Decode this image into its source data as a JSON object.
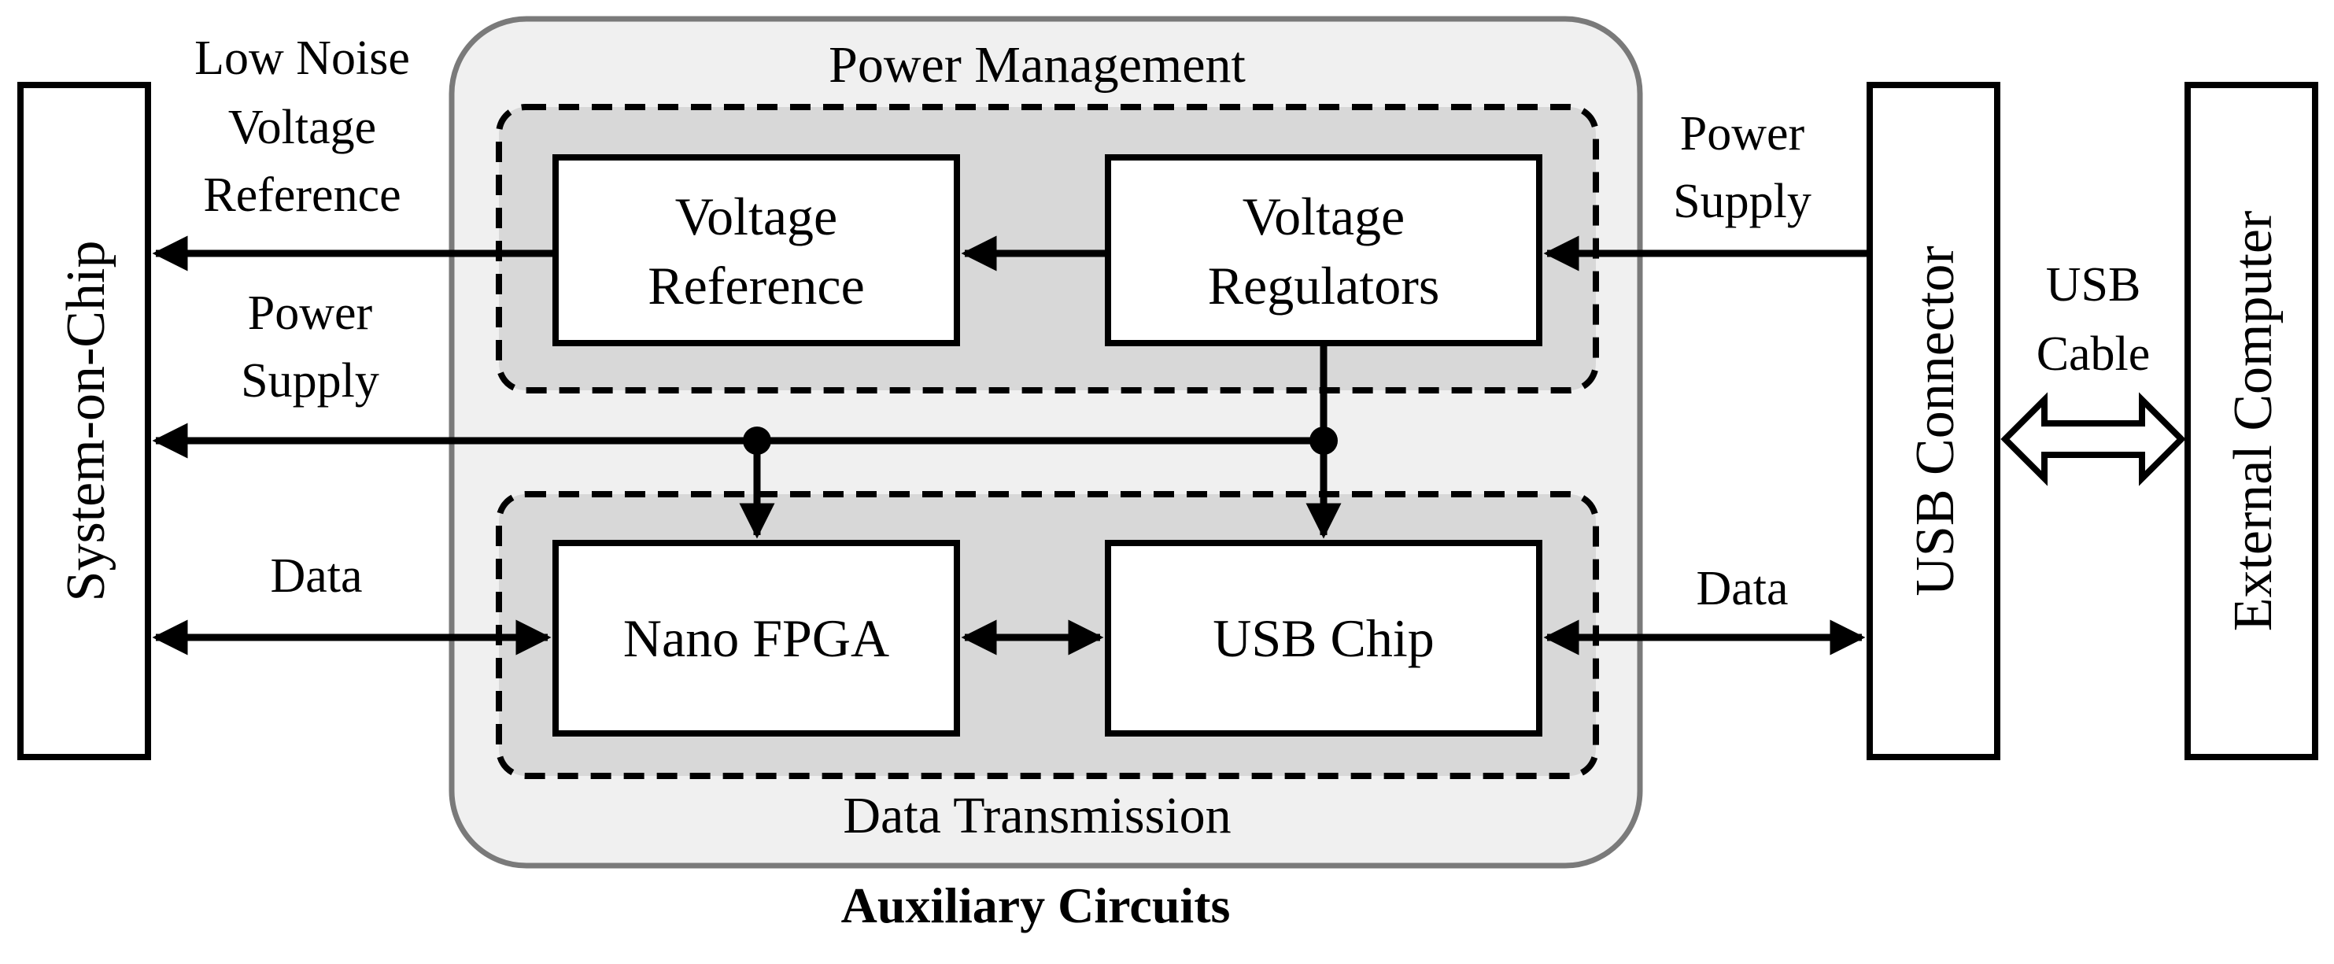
{
  "diagram": {
    "title": "Auxiliary Circuits",
    "groups": {
      "power_management": "Power Management",
      "data_transmission": "Data Transmission"
    },
    "blocks": {
      "voltage_reference": [
        "Voltage",
        "Reference"
      ],
      "voltage_regulators": [
        "Voltage",
        "Regulators"
      ],
      "nano_fpga": "Nano FPGA",
      "usb_chip": "USB Chip",
      "system_on_chip": "System-on-Chip",
      "usb_connector": "USB Connector",
      "external_computer": "External Computer"
    },
    "edge_labels": {
      "low_noise_reference": [
        "Low Noise",
        "Voltage",
        "Reference"
      ],
      "power_supply_left": [
        "Power",
        "Supply"
      ],
      "data_left": "Data",
      "power_supply_right": [
        "Power",
        "Supply"
      ],
      "data_right": "Data",
      "usb_cable": [
        "USB",
        "Cable"
      ]
    }
  }
}
